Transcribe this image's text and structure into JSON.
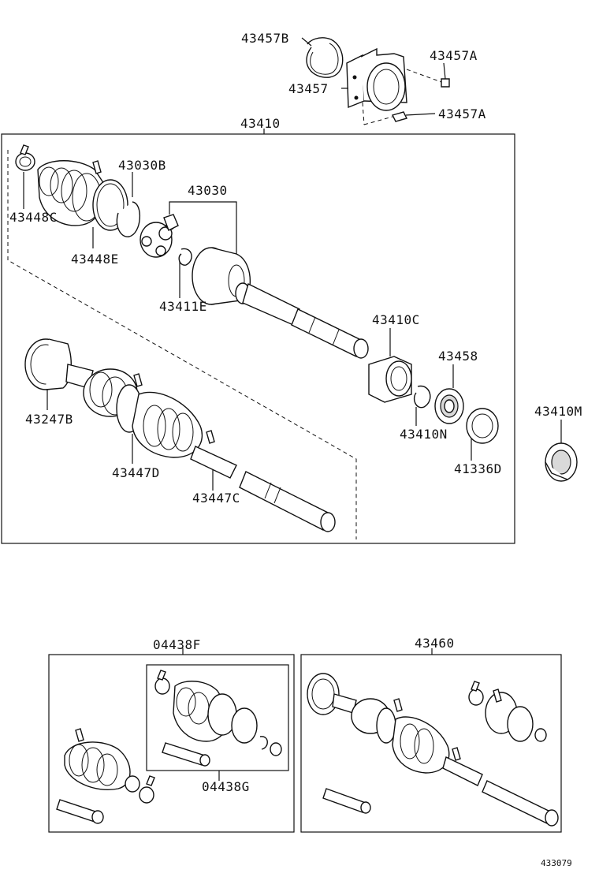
{
  "figure_ref": "433079",
  "labels": {
    "l43457B": "43457B",
    "l43457A_top": "43457A",
    "l43457": "43457",
    "l43457A_bot": "43457A",
    "l43410": "43410",
    "l43030B": "43030B",
    "l43030": "43030",
    "l43448C": "43448C",
    "l43448E": "43448E",
    "l43411E": "43411E",
    "l43410C": "43410C",
    "l43458": "43458",
    "l43410M": "43410M",
    "l43247B": "43247B",
    "l43410N": "43410N",
    "l41336D": "41336D",
    "l43447D": "43447D",
    "l43447C": "43447C",
    "l04438F": "04438F",
    "l43460": "43460",
    "l04438G": "04438G"
  }
}
